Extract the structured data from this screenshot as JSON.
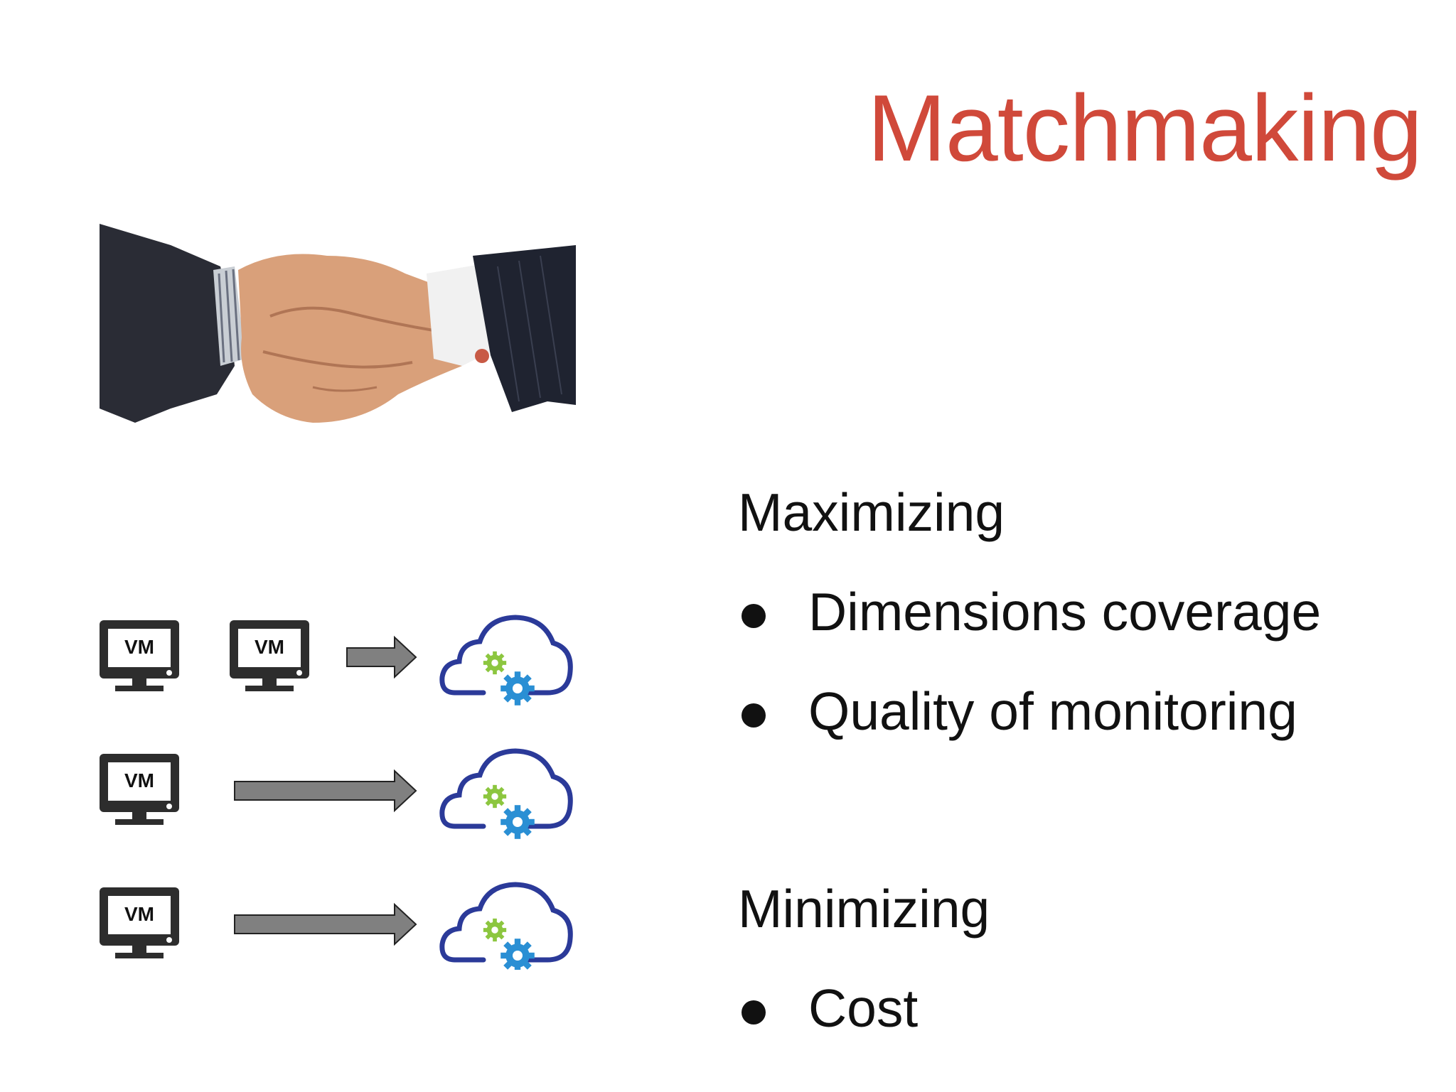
{
  "slide": {
    "title": "Matchmaking",
    "sections": [
      {
        "heading": "Maximizing",
        "bullets": [
          "Dimensions coverage",
          "Quality of monitoring"
        ]
      },
      {
        "heading": "Minimizing",
        "bullets": [
          "Cost"
        ]
      }
    ]
  },
  "diagram": {
    "vm_label": "VM",
    "rows": [
      {
        "vms": 2
      },
      {
        "vms": 1
      },
      {
        "vms": 1
      }
    ]
  },
  "colors": {
    "title": "#d0493a",
    "text": "#111111",
    "cloud_outline": "#2b3a99",
    "gear_green": "#8cc63f",
    "gear_blue": "#2a8fd4",
    "arrow_fill": "#808080"
  }
}
